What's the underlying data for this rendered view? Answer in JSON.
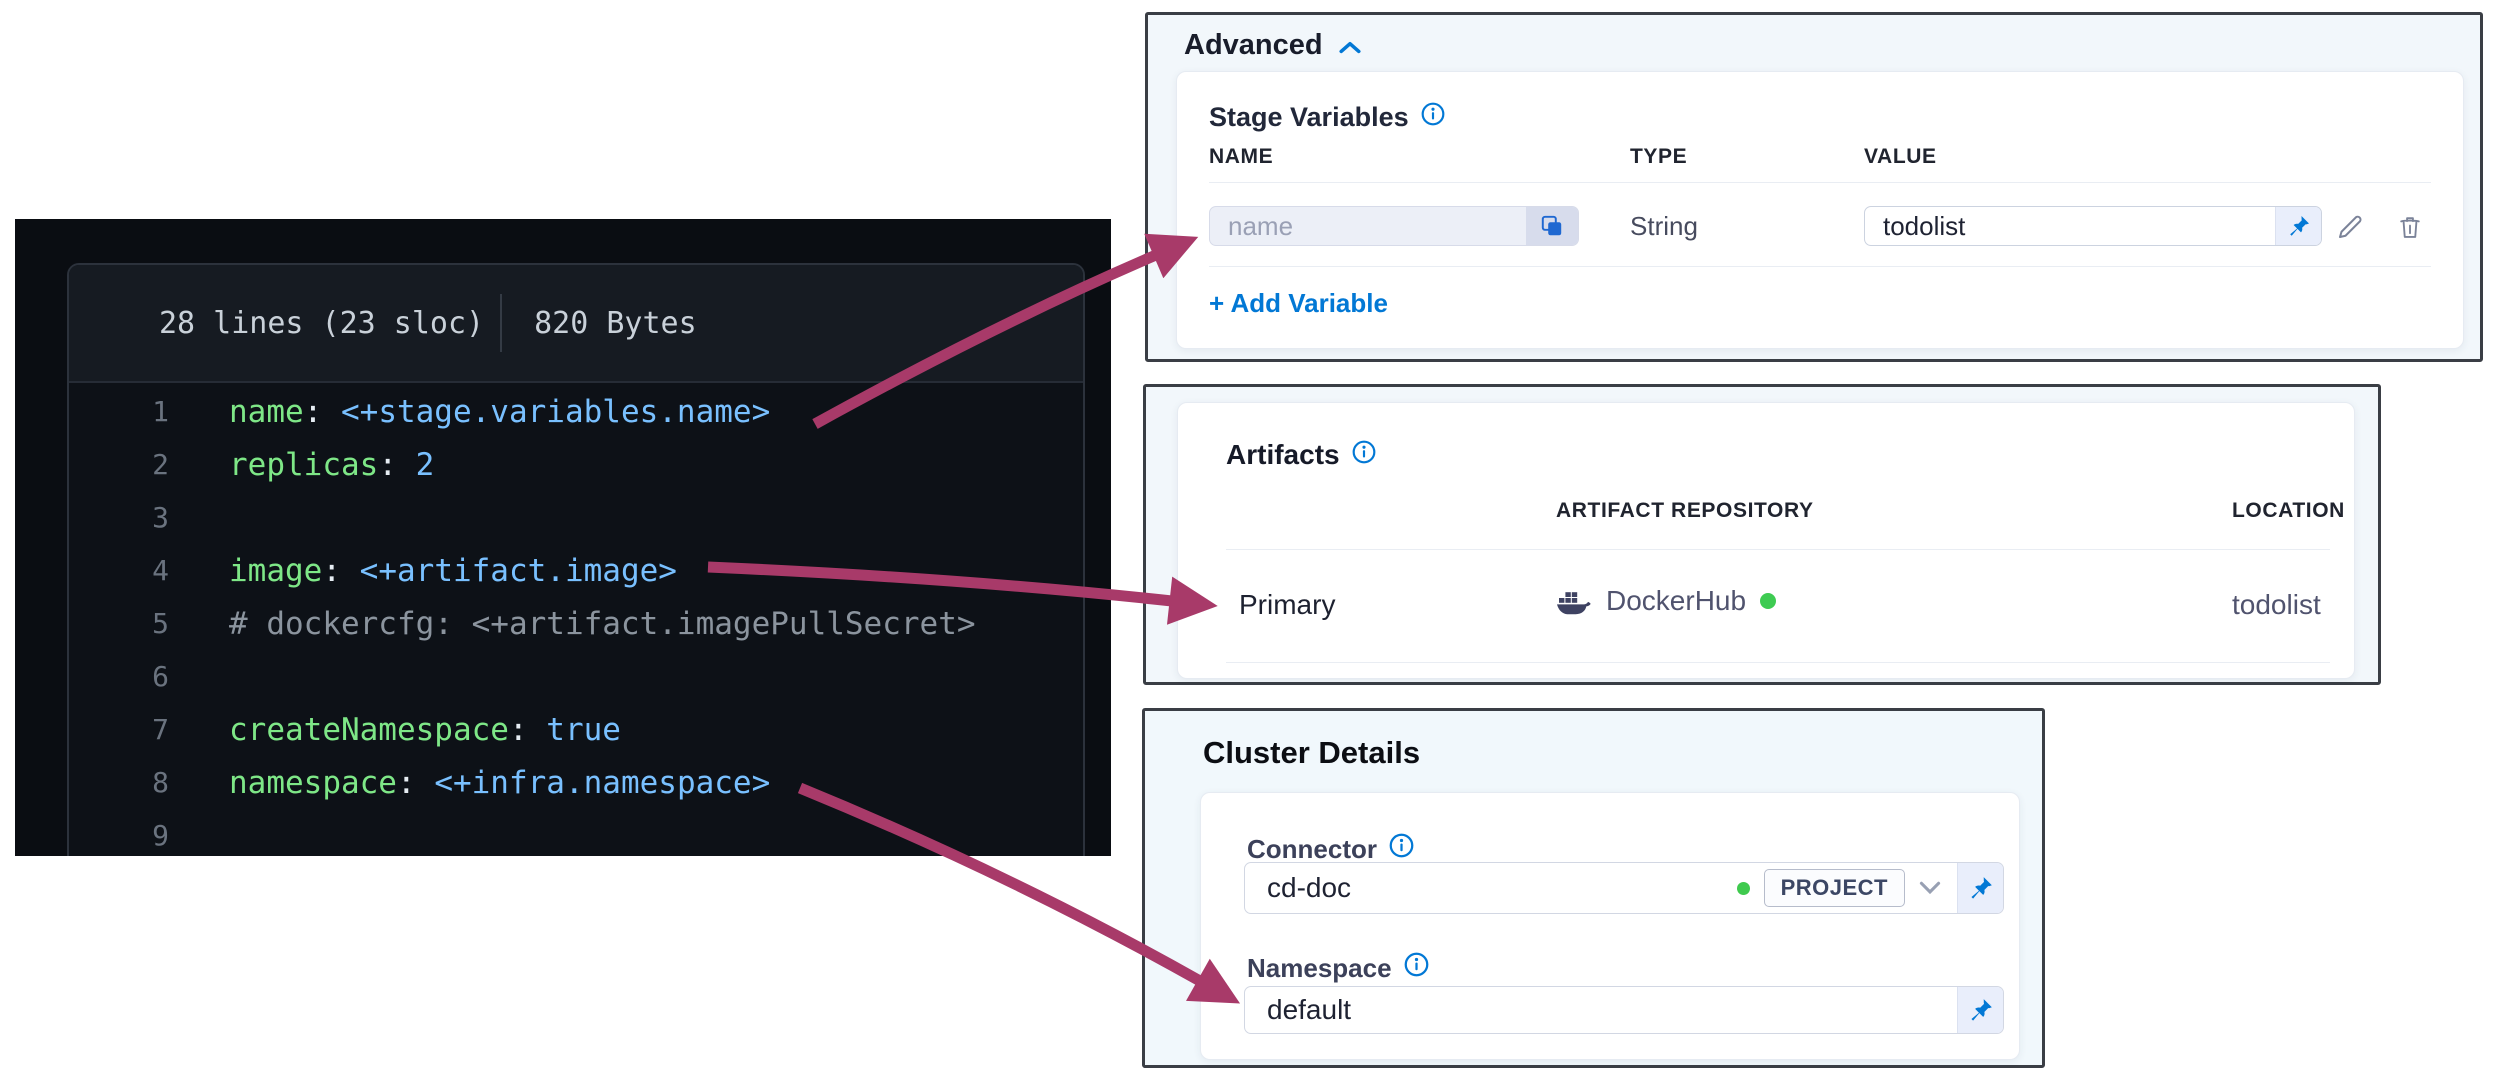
{
  "colors": {
    "arrow": "#a83a69",
    "accent_blue": "#0278d5",
    "code_key_green": "#7ee787",
    "code_value_blue": "#79c0ff",
    "code_comment_gray": "#8b949e",
    "status_green": "#3ecb52",
    "code_bg": "#0d1117",
    "panel_bg": "#f2f7fb"
  },
  "icons": {
    "collapse": "chevron-up-icon",
    "info": "info-icon",
    "copy": "copy-icon",
    "pin": "pin-icon",
    "edit": "pencil-icon",
    "delete": "trash-icon",
    "repository": "docker-whale-icon",
    "dropdown": "chevron-down-icon"
  },
  "code_panel": {
    "header": {
      "lines_info": "28 lines (23 sloc)",
      "size_info": "820 Bytes"
    },
    "lines": [
      {
        "num": "1",
        "parts": [
          [
            "name",
            "k"
          ],
          [
            ":",
            "p"
          ],
          [
            " <+stage.variables.name>",
            "v"
          ]
        ]
      },
      {
        "num": "2",
        "parts": [
          [
            "replicas",
            "k"
          ],
          [
            ":",
            "p"
          ],
          [
            " 2",
            "v"
          ]
        ]
      },
      {
        "num": "3",
        "parts": []
      },
      {
        "num": "4",
        "parts": [
          [
            "image",
            "k"
          ],
          [
            ":",
            "p"
          ],
          [
            " <+artifact.image>",
            "v"
          ]
        ]
      },
      {
        "num": "5",
        "parts": [
          [
            "# dockercfg: <+artifact.imagePullSecret>",
            "c"
          ]
        ]
      },
      {
        "num": "6",
        "parts": []
      },
      {
        "num": "7",
        "parts": [
          [
            "createNamespace",
            "k"
          ],
          [
            ":",
            "p"
          ],
          [
            " true",
            "v"
          ]
        ]
      },
      {
        "num": "8",
        "parts": [
          [
            "namespace",
            "k"
          ],
          [
            ":",
            "p"
          ],
          [
            " <+infra.namespace>",
            "v"
          ]
        ]
      },
      {
        "num": "9",
        "parts": []
      }
    ]
  },
  "advanced_panel": {
    "title": "Advanced",
    "section_title": "Stage Variables",
    "columns": {
      "name": "NAME",
      "type": "TYPE",
      "value": "VALUE"
    },
    "row": {
      "name_placeholder": "name",
      "type": "String",
      "value": "todolist"
    },
    "add_link": "+ Add Variable"
  },
  "artifacts_panel": {
    "title": "Artifacts",
    "columns": {
      "repository": "ARTIFACT REPOSITORY",
      "location": "LOCATION"
    },
    "row": {
      "label": "Primary",
      "repository": "DockerHub",
      "location": "todolist"
    }
  },
  "cluster_panel": {
    "title": "Cluster Details",
    "connector_label": "Connector",
    "connector_value": "cd-doc",
    "connector_scope_badge": "PROJECT",
    "namespace_label": "Namespace",
    "namespace_value": "default"
  }
}
